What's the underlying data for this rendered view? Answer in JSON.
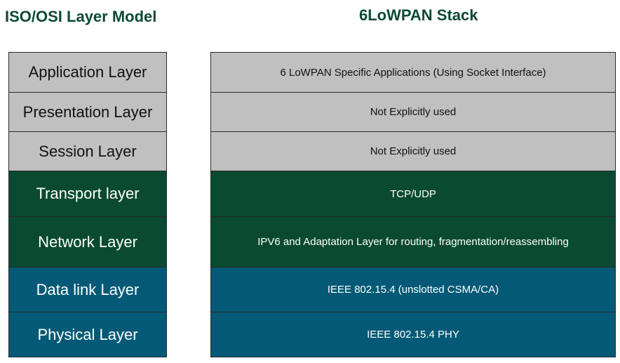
{
  "colors": {
    "title": "#0d4a33",
    "upper_layers": "#c0c0c0",
    "transport_network": "#0a4a31",
    "link_physical": "#045a76",
    "border": "#2a2a2a"
  },
  "osi": {
    "title": "ISO/OSI Layer Model",
    "layers": [
      "Application Layer",
      "Presentation Layer",
      "Session Layer",
      "Transport layer",
      "Network Layer",
      "Data link Layer",
      "Physical Layer"
    ]
  },
  "lowpan": {
    "title": "6LoWPAN Stack",
    "layers": [
      "6 LoWPAN Specific Applications (Using Socket Interface)",
      "Not Explicitly used",
      "Not Explicitly used",
      "TCP/UDP",
      "IPV6 and Adaptation Layer for routing, fragmentation/reassembling",
      "IEEE 802.15.4 (unslotted   CSMA/CA)",
      "IEEE 802.15.4 PHY"
    ]
  }
}
